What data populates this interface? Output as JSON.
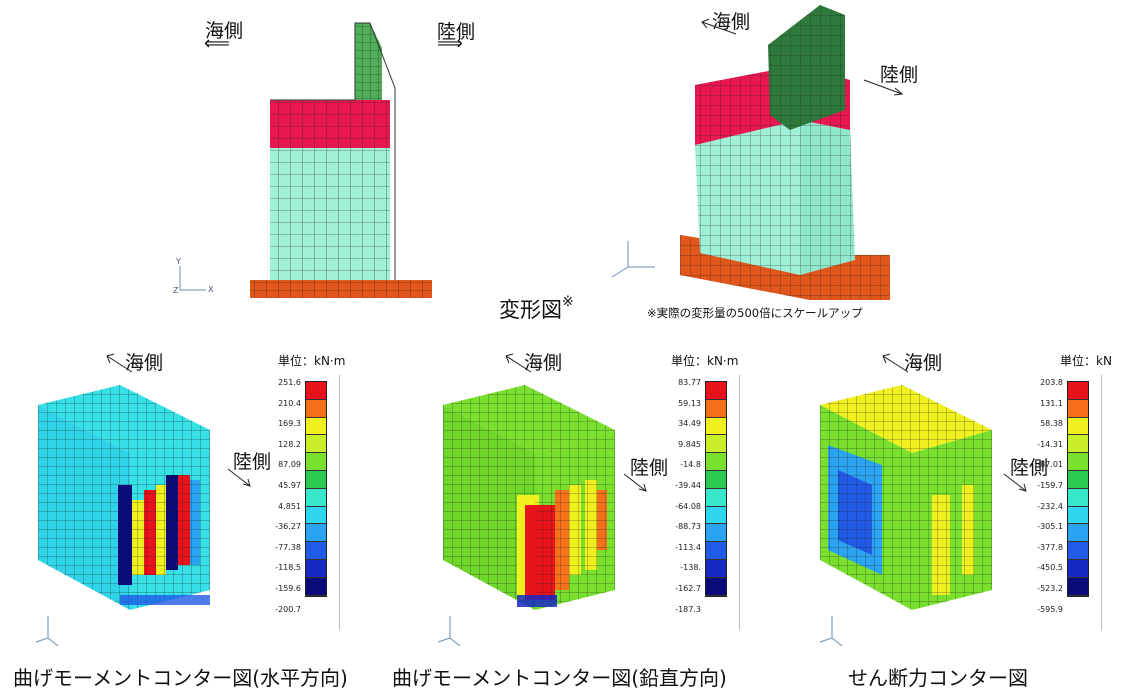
{
  "labels": {
    "sea_side": "海側",
    "land_side": "陸側",
    "deform_title": "変形図",
    "deform_mark": "※",
    "deform_note": "※実際の変形量の500倍にスケールアップ"
  },
  "panels": [
    {
      "caption": "曲げモーメントコンター図(水平方向)",
      "unit": "単位：kN·m"
    },
    {
      "caption": "曲げモーメントコンター図(鉛直方向)",
      "unit": "単位：kN·m"
    },
    {
      "caption": "せん断力コンター図",
      "unit": "単位：kN"
    }
  ],
  "legends": [
    {
      "values": [
        "251.6",
        "210.4",
        "169.3",
        "128.2",
        "87.09",
        "45.97",
        "4.851",
        "-36.27",
        "-77.38",
        "-118.5",
        "-159.6",
        "-200.7"
      ]
    },
    {
      "values": [
        "83.77",
        "59.13",
        "34.49",
        "9.845",
        "-14.8",
        "-39.44",
        "-64.08",
        "-88.73",
        "-113.4",
        "-138.",
        "-162.7",
        "-187.3"
      ]
    },
    {
      "values": [
        "203.8",
        "131.1",
        "58.38",
        "-14.31",
        "-87.01",
        "-159.7",
        "-232.4",
        "-305.1",
        "-377.8",
        "-450.5",
        "-523.2",
        "-595.9"
      ]
    }
  ],
  "colors": [
    "#e8121a",
    "#f7711b",
    "#f0f01e",
    "#c9ef2a",
    "#79e02e",
    "#2bc94f",
    "#38e7c9",
    "#2fd7ee",
    "#2aa3f0",
    "#1f5be8",
    "#1628c4",
    "#0b0b7a"
  ],
  "axis": {
    "x": "X",
    "y": "Y",
    "z": "Z"
  }
}
